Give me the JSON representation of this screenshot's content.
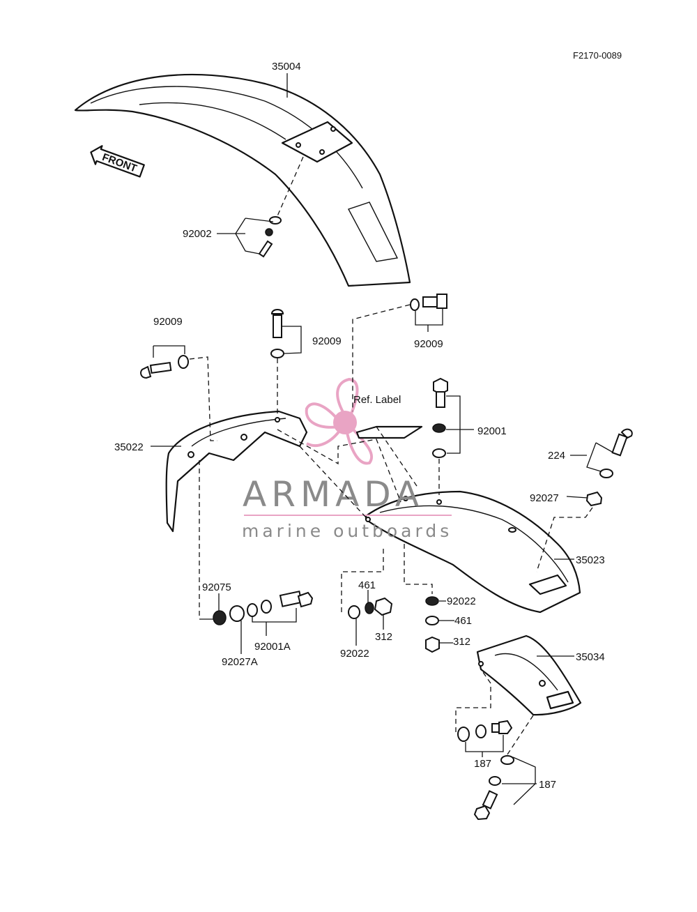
{
  "diagram": {
    "figure_code": "F2170-0089",
    "front_arrow": "FRONT",
    "ref_label": "Ref. Label",
    "watermark": {
      "brand": "ARMADA",
      "tagline": "marine outboards",
      "accent_color": "#e9a4c4",
      "text_color": "#8a8a8a"
    },
    "callouts": {
      "front_fender": "35004",
      "front_fender_screw": "92002",
      "bolt_upper_left": "92009",
      "bolt_upper_middle": "92009",
      "bolt_upper_right": "92009",
      "rear_fender_front": "35022",
      "bolt_rear": "92001",
      "bracket_screw": "224",
      "collar": "92027",
      "rear_fender": "35023",
      "spacer": "92075",
      "bolt_lower": "92001A",
      "collar_lower": "92027A",
      "washer_461": "461",
      "nut_312": "312",
      "washer_92022": "92022",
      "washer_92022_right": "92022",
      "washer_461_right": "461",
      "nut_312_right": "312",
      "flap": "35034",
      "bolt_187": "187",
      "bolt_187_right": "187"
    }
  }
}
